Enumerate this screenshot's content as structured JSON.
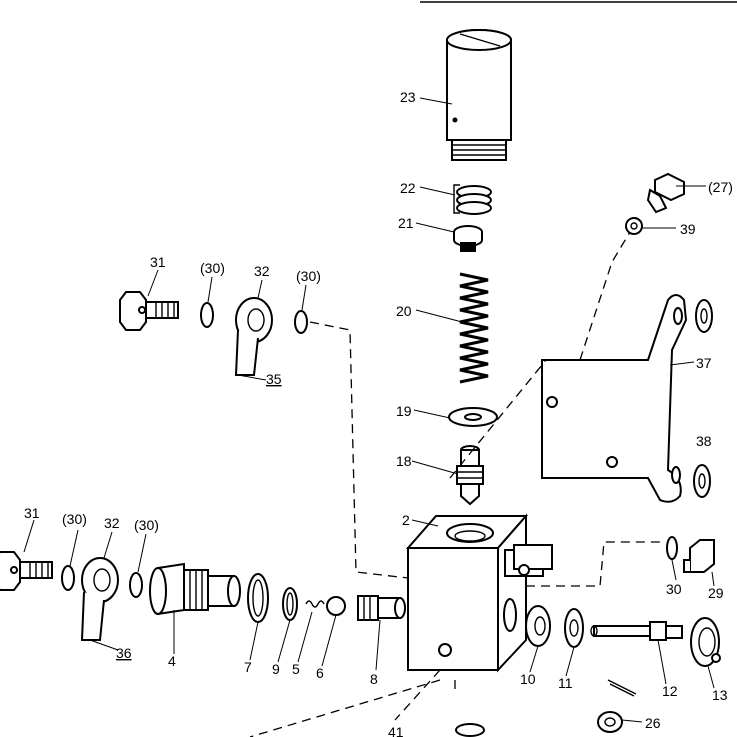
{
  "labels": {
    "p2": "2",
    "p4": "4",
    "p5": "5",
    "p6": "6",
    "p7": "7",
    "p8": "8",
    "p9": "9",
    "p10": "10",
    "p11": "11",
    "p12": "12",
    "p13": "13",
    "p18": "18",
    "p19": "19",
    "p20": "20",
    "p21": "21",
    "p22": "22",
    "p23": "23",
    "p26": "26",
    "p27": "(27)",
    "p29": "29",
    "p30": "30",
    "p30a": "(30)",
    "p30b": "(30)",
    "p30c": "(30)",
    "p30d": "(30)",
    "p31a": "31",
    "p31b": "31",
    "p32a": "32",
    "p32b": "32",
    "p35": "35",
    "p36": "36",
    "p37": "37",
    "p38": "38",
    "p39": "39",
    "p41": "41"
  }
}
